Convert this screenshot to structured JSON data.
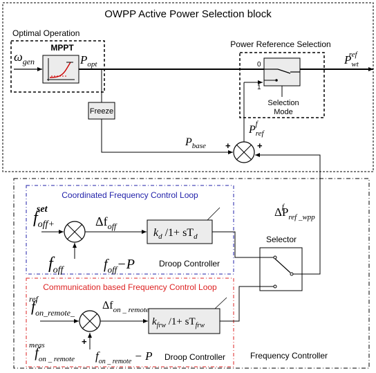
{
  "title": "OWPP Active Power Selection block",
  "optimal_operation": {
    "label": "Optimal Operation",
    "mppt_label": "MPPT",
    "input_symbol": "ω",
    "input_sub": "gen",
    "output_symbol": "P",
    "output_sub": "opt"
  },
  "freeze_label": "Freeze",
  "power_reference": {
    "label": "Power Reference Selection",
    "port0": "0",
    "port1": "1",
    "mode_line1": "Selection",
    "mode_line2": "Mode",
    "output_symbol": "P",
    "output_sub": "wt",
    "output_sup": "ref"
  },
  "summing": {
    "pbase_symbol": "P",
    "pbase_sub": "base",
    "pref_symbol": "P",
    "pref_sub": "ref",
    "pref_sup": "f",
    "sign_left": "+",
    "sign_right": "+"
  },
  "delta_pref": {
    "symbol": "ΔP",
    "sub": "ref _wpp",
    "sup": "f"
  },
  "coordinated": {
    "label": "Coordinated Frequency Control Loop",
    "color": "#2222aa",
    "fset_symbol": "f",
    "fset_sub": "off+",
    "fset_sup": "set",
    "delta_symbol": "Δf",
    "delta_sub": "off",
    "fmeas_symbol": "f",
    "fmeas_sub": "off",
    "droop_k": "k",
    "droop_k_sub": "d",
    "droop_mid": " /1+ sT",
    "droop_t_sub": "d",
    "fp_symbol": "f",
    "fp_sub": "off",
    "fp_suffix": "−P",
    "droop_label": "Droop Controller"
  },
  "selector_label": "Selector",
  "communication": {
    "label": "Communication based Frequency Control Loop",
    "color": "#dd2222",
    "fref_symbol": "f",
    "fref_sub": "on_remote_",
    "fref_sup": "ref",
    "delta_symbol": "Δf",
    "delta_sub": "on _ remote",
    "fmeas_symbol": "f",
    "fmeas_sub": "on _ remote",
    "fmeas_sup": "meas",
    "plus": "+",
    "droop_k": "k",
    "droop_k_sub": "frw",
    "droop_mid": " /1+ sT",
    "droop_t_sub": "frw",
    "fp_symbol": "f",
    "fp_sub": "on _ remote",
    "fp_suffix": " − P",
    "droop_label": "Droop Controller"
  },
  "frequency_controller_label": "Frequency Controller"
}
